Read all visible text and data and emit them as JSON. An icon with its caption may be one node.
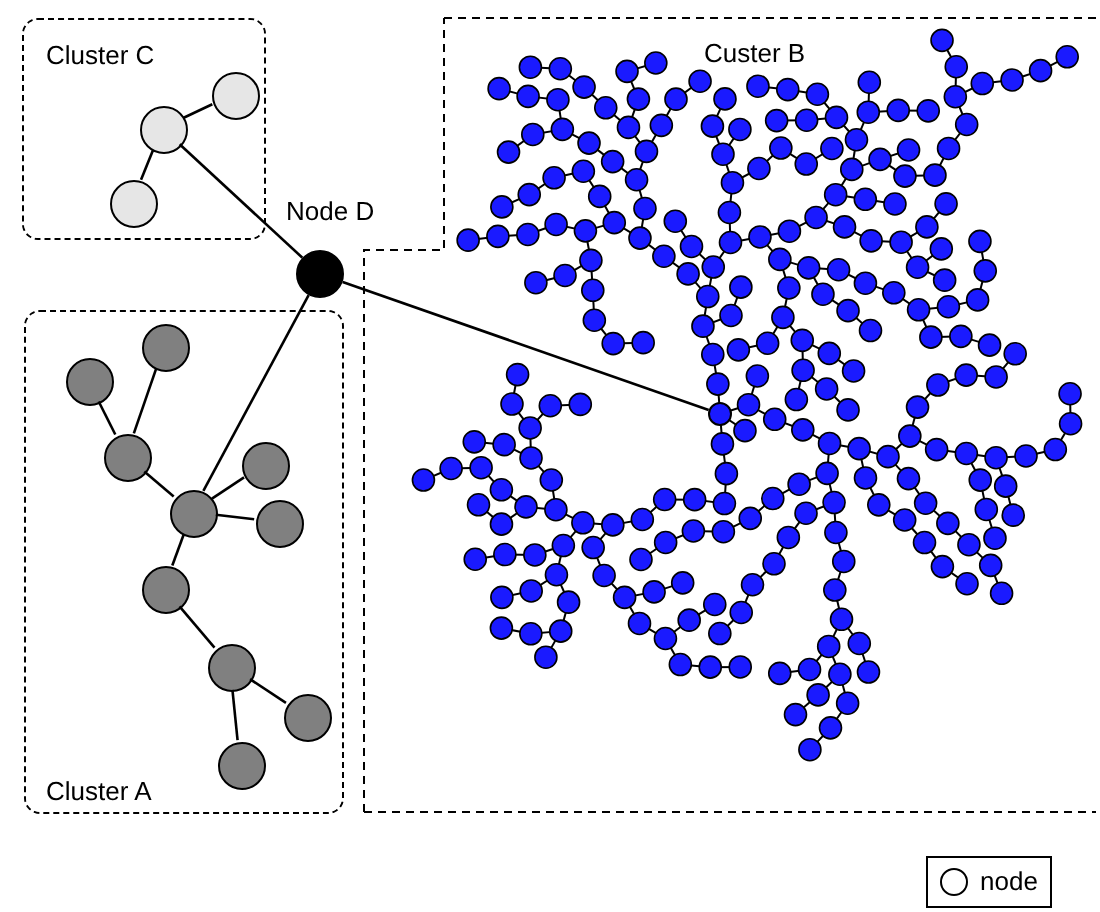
{
  "diagram": {
    "nodes": [
      {
        "text": [
          "Cluster C"
        ]
      },
      {
        "text": [],
        "shape": "circle",
        "in": 0
      },
      {
        "text": [],
        "shape": "circle",
        "in": 0
      },
      {
        "text": [],
        "shape": "circle",
        "in": 0
      },
      {
        "text": [],
        "shape": "circle",
        "beside": [
          "Node D"
        ]
      },
      {
        "text": [
          "Cluster A"
        ]
      },
      {
        "text": [],
        "shape": "circle",
        "in": 5
      },
      {
        "text": [],
        "shape": "circle",
        "in": 5
      },
      {
        "text": [],
        "shape": "circle",
        "in": 5
      },
      {
        "text": [],
        "shape": "circle",
        "in": 5
      },
      {
        "text": [],
        "shape": "circle",
        "in": 5
      },
      {
        "text": [],
        "shape": "circle",
        "in": 5
      },
      {
        "text": [],
        "shape": "circle",
        "in": 5
      },
      {
        "text": [],
        "shape": "circle",
        "in": 5
      },
      {
        "text": [],
        "shape": "circle",
        "in": 5
      },
      {
        "text": [],
        "shape": "circle",
        "in": 5
      },
      {
        "text": [
          "Custer B"
        ]
      },
      {
        "text": [],
        "shape": "circle",
        "in": 16
      }
    ],
    "edges": [
      {
        "from": 2,
        "to": 1,
        "arrow": "none"
      },
      {
        "from": 2,
        "to": 3,
        "arrow": "none"
      },
      {
        "from": 4,
        "to": 2,
        "arrow": "none"
      },
      {
        "from": 4,
        "to": 9,
        "arrow": "none"
      },
      {
        "from": 4,
        "to": 17,
        "arrow": "none"
      },
      {
        "from": 6,
        "to": 8,
        "arrow": "none"
      },
      {
        "from": 7,
        "to": 8,
        "arrow": "none"
      },
      {
        "from": 8,
        "to": 9,
        "arrow": "none"
      },
      {
        "from": 9,
        "to": 10,
        "arrow": "none"
      },
      {
        "from": 9,
        "to": 11,
        "arrow": "none"
      },
      {
        "from": 9,
        "to": 12,
        "arrow": "none"
      },
      {
        "from": 12,
        "to": 13,
        "arrow": "none"
      },
      {
        "from": 13,
        "to": 14,
        "arrow": "none"
      },
      {
        "from": 13,
        "to": 15,
        "arrow": "none"
      }
    ],
    "legend": [
      {
        "text": "node"
      }
    ]
  }
}
